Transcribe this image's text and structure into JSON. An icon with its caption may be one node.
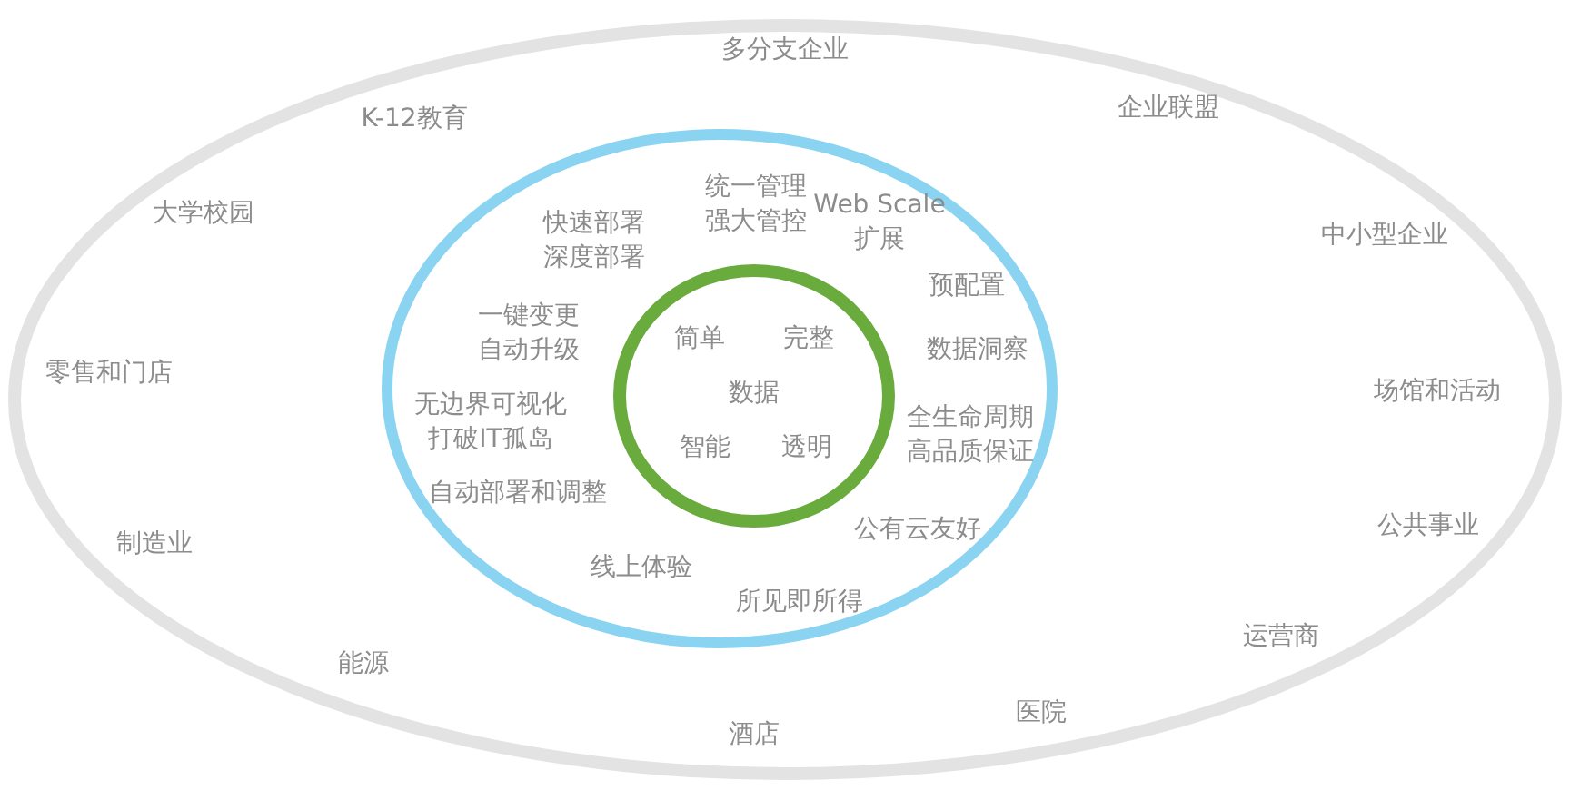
{
  "diagram": {
    "nodes": [
      {
        "text": [
          "多分支企业",
          "企业联盟",
          "K-12教育",
          "大学校园",
          "中小型企业",
          "零售和门店",
          "场馆和活动",
          "公共事业",
          "制造业",
          "运营商",
          "能源",
          "医院",
          "酒店"
        ]
      },
      {
        "text": [
          "统一管理强大管控",
          "快速部署深度部署",
          "Web Scale 扩展",
          "预配置",
          "一键变更自动升级",
          "数据洞察",
          "无边界可视化打破IT孤岛",
          "全生命周期高品质保证",
          "自动部署和调整",
          "公有云友好",
          "线上体验",
          "所见即所得"
        ],
        "in": 0
      },
      {
        "text": [
          "简单",
          "完整",
          "数据",
          "智能",
          "透明"
        ],
        "in": 1
      }
    ]
  }
}
